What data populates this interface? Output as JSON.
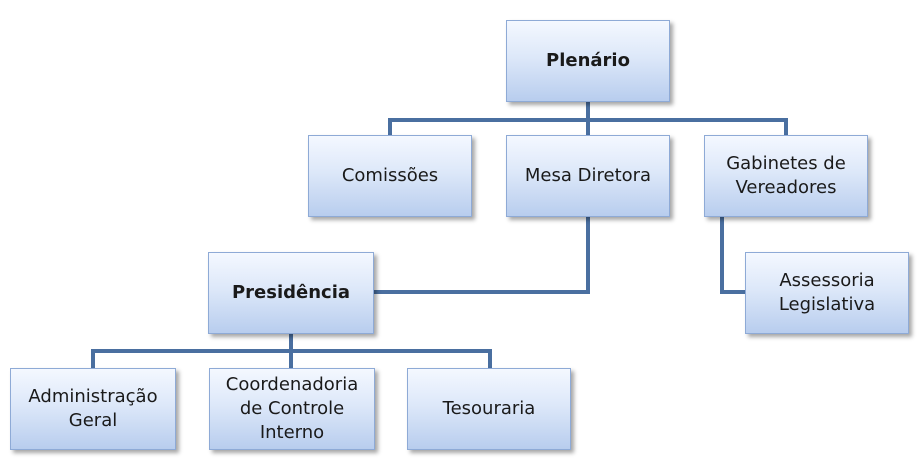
{
  "org_chart": {
    "nodes": {
      "plenario": "Plenário",
      "comissoes": "Comissões",
      "mesa_diretora": "Mesa Diretora",
      "gabinetes": "Gabinetes de\nVereadores",
      "presidencia": "Presidência",
      "assessoria": "Assessoria\nLegislativa",
      "administracao": "Administração\nGeral",
      "coordenadoria": "Coordenadoria\nde Controle\nInterno",
      "tesouraria": "Tesouraria"
    },
    "connector_color": "#4a6fa0",
    "box_fill_top": "#f4f8ff",
    "box_fill_bottom": "#b8cdee"
  }
}
